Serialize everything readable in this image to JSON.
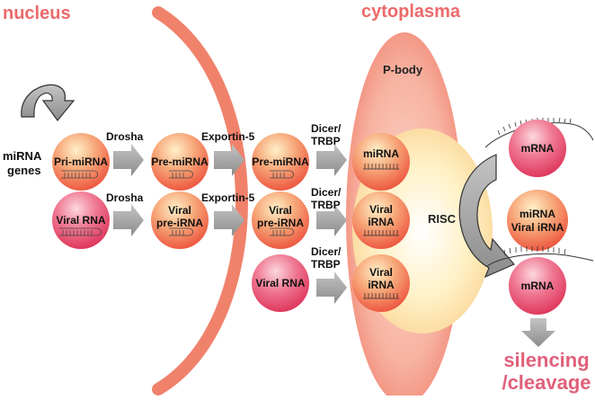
{
  "compartments": {
    "nucleus": "nucleus",
    "cytoplasm": "cytoplasma",
    "p_body": "P-body",
    "risc": "RISC"
  },
  "inputs": {
    "mirna_genes_line1": "miRNA",
    "mirna_genes_line2": "genes"
  },
  "enzymes": {
    "drosha_1": "Drosha",
    "drosha_2": "Drosha",
    "exportin_1": "Exportin-5",
    "exportin_2": "Exportin-5",
    "dicer_1_a": "Dicer/",
    "dicer_1_b": "TRBP",
    "dicer_2_a": "Dicer/",
    "dicer_2_b": "TRBP",
    "dicer_3_a": "Dicer/",
    "dicer_3_b": "TRBP"
  },
  "molecules": {
    "pri_mirna": "Pri-miRNA",
    "pre_mirna_nuc": "Pre-miRNA",
    "pre_mirna_cyto": "Pre-miRNA",
    "mirna": "miRNA",
    "viral_rna_nuc": "Viral RNA",
    "viral_pre_irna_nuc_a": "Viral",
    "viral_pre_irna_nuc_b": "pre-iRNA",
    "viral_pre_irna_cyto_a": "Viral",
    "viral_pre_irna_cyto_b": "pre-iRNA",
    "viral_irna_1_a": "Viral",
    "viral_irna_1_b": "iRNA",
    "viral_rna_cyto": "Viral RNA",
    "viral_irna_2_a": "Viral",
    "viral_irna_2_b": "iRNA",
    "mrna_top": "mRNA",
    "bound_a": "miRNA",
    "bound_b": "Viral iRNA",
    "mrna_bottom": "mRNA"
  },
  "outcome": {
    "line1": "silencing",
    "line2": "/cleavage"
  },
  "colors": {
    "orange_top": "#fbe3a8",
    "orange_bottom": "#ef5a3c",
    "pink_top": "#f8b8c8",
    "pink_bottom": "#e03658",
    "label": "#e0607a",
    "nucleus_arc": "#f07a65",
    "arrow_grey": "#999999"
  }
}
